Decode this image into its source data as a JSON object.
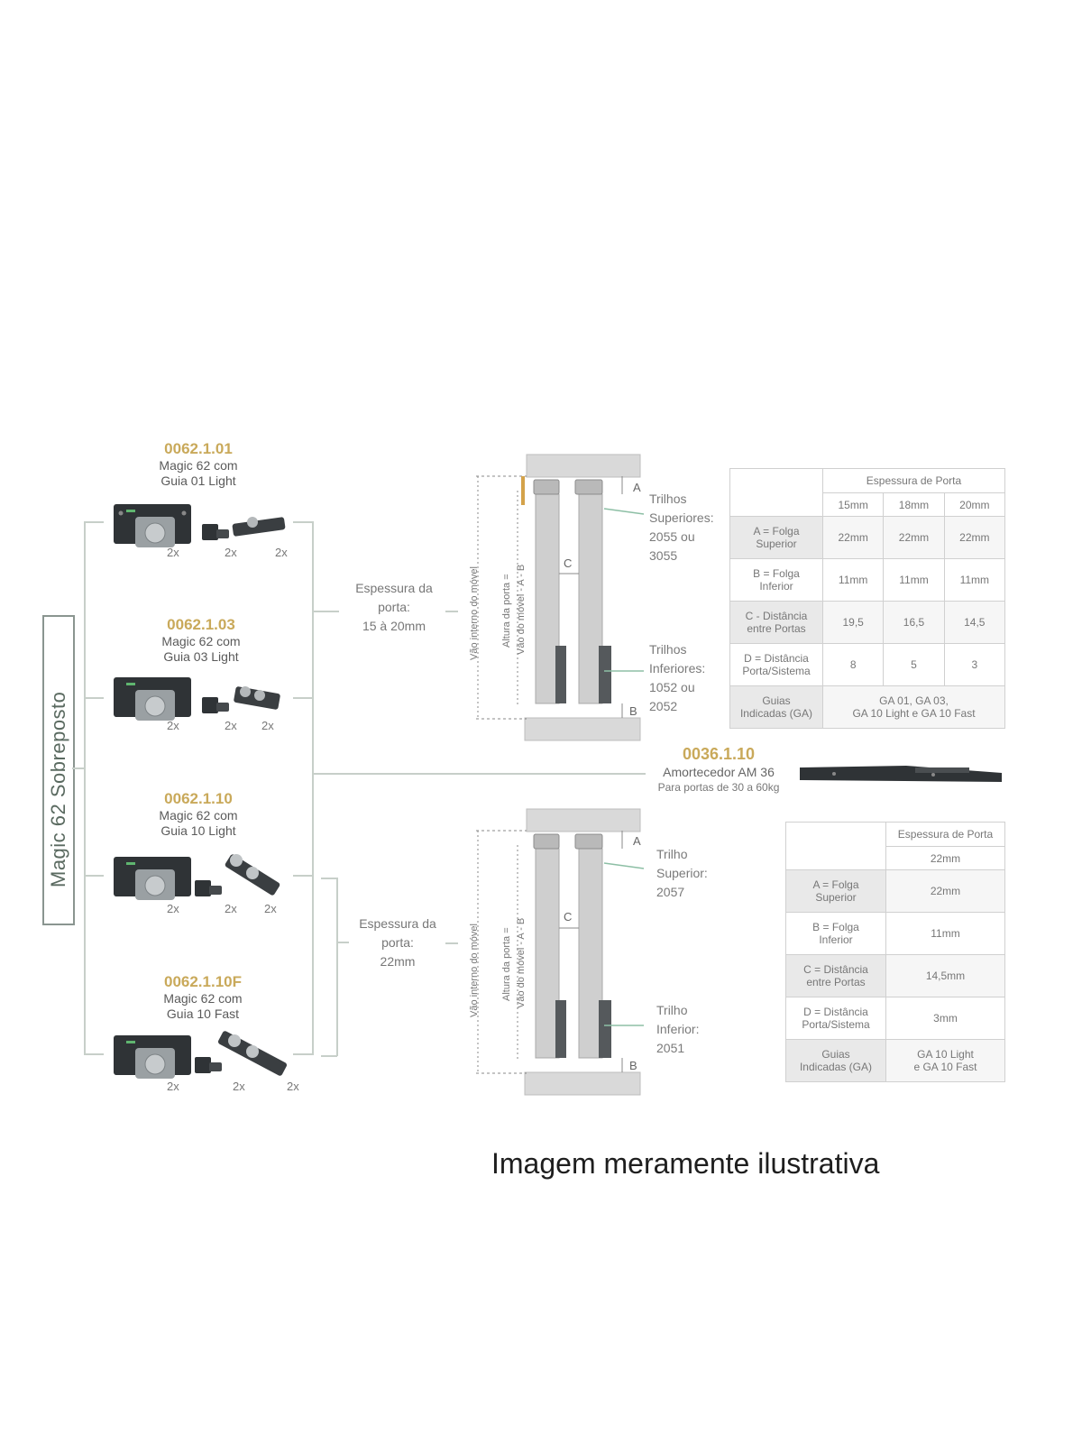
{
  "side_label": "Magic 62 Sobreposto",
  "products": [
    {
      "code": "0062.1.01",
      "name_line1": "Magic 62 com",
      "name_line2": "Guia 01 Light",
      "qty": [
        "2x",
        "2x",
        "2x"
      ]
    },
    {
      "code": "0062.1.03",
      "name_line1": "Magic 62  com",
      "name_line2": "Guia 03 Light",
      "qty": [
        "2x",
        "2x",
        "2x"
      ]
    },
    {
      "code": "0062.1.10",
      "name_line1": "Magic 62  com",
      "name_line2": "Guia 10 Light",
      "qty": [
        "2x",
        "2x",
        "2x"
      ]
    },
    {
      "code": "0062.1.10F",
      "name_line1": "Magic 62  com",
      "name_line2": "Guia 10 Fast",
      "qty": [
        "2x",
        "2x",
        "2x"
      ]
    }
  ],
  "group_top": {
    "line1": "Espessura da",
    "line2": "porta:",
    "line3": "15 à 20mm"
  },
  "group_bottom": {
    "line1": "Espessura da",
    "line2": "porta:",
    "line3": "22mm"
  },
  "diagram_top": {
    "v_outer": "Vão interno do móvel",
    "v_inner1": "Altura da porta =",
    "v_inner2": "Vão do móvel - A - B",
    "a": "A",
    "b": "B",
    "c": "C",
    "upper": [
      "Trilhos",
      "Superiores:",
      "2055 ou",
      "3055"
    ],
    "lower": [
      "Trilhos",
      "Inferiores:",
      "1052 ou",
      "2052"
    ]
  },
  "diagram_bottom": {
    "v_outer": "Vão interno do móvel",
    "v_inner1": "Altura da porta =",
    "v_inner2": "Vão do móvel - A - B",
    "a": "A",
    "b": "B",
    "c": "C",
    "upper": [
      "Trilho",
      "Superior:",
      "2057"
    ],
    "lower": [
      "Trilho",
      "Inferior:",
      "2051"
    ]
  },
  "damper": {
    "code": "0036.1.10",
    "name": "Amortecedor AM 36",
    "desc": "Para portas de 30 a 60kg"
  },
  "table_top": {
    "header": "Espessura de Porta",
    "cols": [
      "15mm",
      "18mm",
      "20mm"
    ],
    "rows": [
      {
        "l1": "A = Folga",
        "l2": "Superior",
        "vals": [
          "22mm",
          "22mm",
          "22mm"
        ]
      },
      {
        "l1": "B = Folga",
        "l2": "Inferior",
        "vals": [
          "11mm",
          "11mm",
          "11mm"
        ]
      },
      {
        "l1": "C - Distância",
        "l2": "entre Portas",
        "vals": [
          "19,5",
          "16,5",
          "14,5"
        ]
      },
      {
        "l1": "D = Distância",
        "l2": "Porta/Sistema",
        "vals": [
          "8",
          "5",
          "3"
        ]
      }
    ],
    "guides": {
      "l1": "Guias",
      "l2": "Indicadas (GA)",
      "v1": "GA 01, GA 03,",
      "v2": "GA 10 Light e GA 10 Fast"
    }
  },
  "table_bottom": {
    "header": "Espessura de Porta",
    "col": "22mm",
    "rows": [
      {
        "l1": "A = Folga",
        "l2": "Superior",
        "val": "22mm"
      },
      {
        "l1": "B = Folga",
        "l2": "Inferior",
        "val": "11mm"
      },
      {
        "l1": "C = Distância",
        "l2": "entre Portas",
        "val": "14,5mm"
      },
      {
        "l1": "D = Distância",
        "l2": "Porta/Sistema",
        "val": "3mm"
      }
    ],
    "guides": {
      "l1": "Guias",
      "l2": "Indicadas (GA)",
      "v1": "GA 10 Light",
      "v2": "e GA 10 Fast"
    }
  },
  "caption": "Imagem meramente ilustrativa"
}
